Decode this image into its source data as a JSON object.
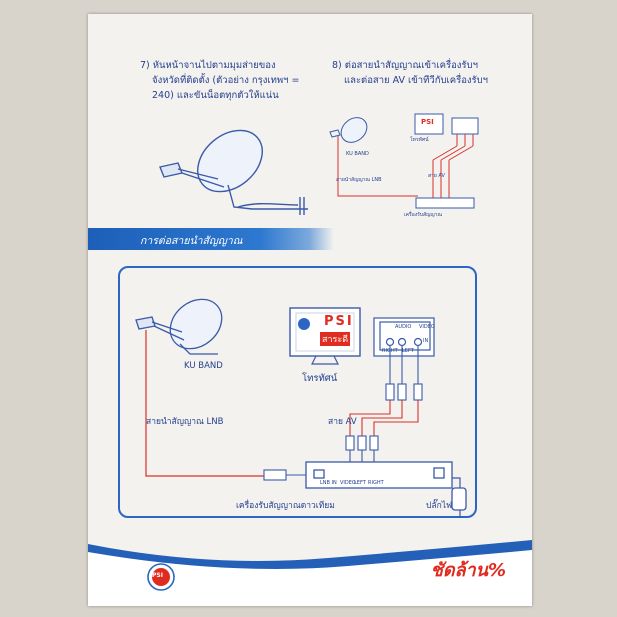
{
  "step7": {
    "line1": "7) หันหน้าจานไปตามมุมส่ายของ",
    "line2": "จังหวัดที่ติดตั้ง (ตัวอย่าง กรุงเทพฯ =",
    "line3": "240) และขันน็อตทุกตัวให้แน่น"
  },
  "step8": {
    "line1": "8) ต่อสายนำสัญญาณเข้าเครื่องรับฯ",
    "line2": "และต่อสาย AV เข้าทีวีกับเครื่องรับฯ"
  },
  "mini_diagram": {
    "dish_label": "KU BAND",
    "tv_label": "โทรทัศน์",
    "lnb_label": "สายนำสัญญาณ LNB",
    "av_label": "สาย AV",
    "receiver_label": "เครื่องรับสัญญาณ"
  },
  "section_title": "การต่อสายนำสัญญาณ",
  "diagram": {
    "dish_label": "KU BAND",
    "tv_brand": "PSI",
    "tv_channel": "สาระดี",
    "tv_label": "โทรทัศน์",
    "audio_label": "AUDIO",
    "video_label": "VIDEO",
    "right_label": "RIGHT",
    "left_label": "LEFT",
    "in_label": "IN",
    "lnb_cable_label": "สายนำสัญญาณ LNB",
    "av_cable_label": "สาย AV",
    "receiver_label": "เครื่องรับสัญญาณดาวเทียม",
    "plug_label": "ปลั๊กไฟ",
    "receiver_ports": [
      "LNB IN",
      "VIDEO",
      "LEFT",
      "RIGHT"
    ]
  },
  "footer": {
    "logo_text": "PSI",
    "brand": "ชัดล้าน%"
  },
  "colors": {
    "blue": "#25408f",
    "accent_blue": "#2b67c2",
    "red": "#e02c20",
    "paper": "#f4f2ee"
  }
}
